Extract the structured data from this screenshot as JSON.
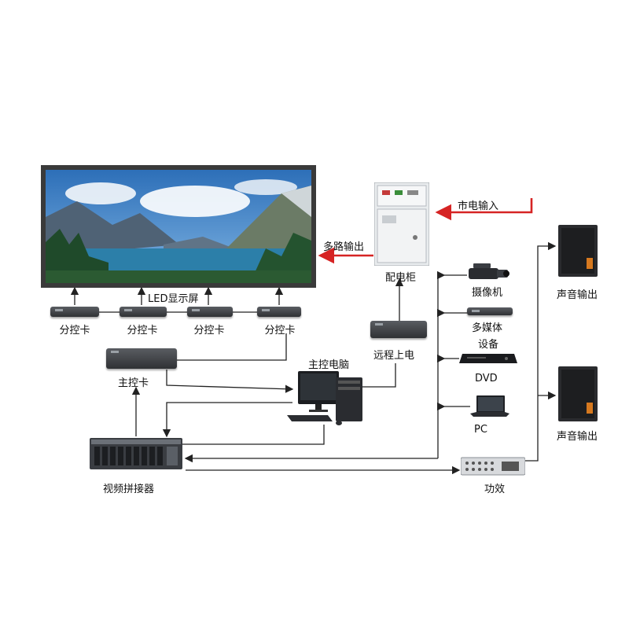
{
  "labels": {
    "led_screen": "LED显示屏",
    "sub_card": "分控卡",
    "main_card": "主控卡",
    "video_splicer": "视频拼接器",
    "main_pc": "主控电脑",
    "remote_power": "远程上电",
    "distribution_cabinet": "配电柜",
    "mains_input": "市电输入",
    "multi_output": "多路输出",
    "camera": "摄像机",
    "multimedia_1": "多媒体",
    "multimedia_2": "设备",
    "dvd": "DVD",
    "pc": "PC",
    "amplifier": "功效",
    "sound_output": "声音输出"
  },
  "colors": {
    "line": "#222222",
    "red_arrow": "#d62424",
    "screen_frame": "#3a3a3a",
    "sky": "#3f86c9",
    "lake": "#2c7fa9"
  },
  "icons": {
    "screen": "landscape-screen",
    "cabinet": "electrical-cabinet-icon",
    "camera": "camcorder-icon",
    "dvd": "dvd-player-icon",
    "pc": "laptop-icon",
    "desktop": "desktop-computer-icon",
    "speaker": "speaker-icon",
    "amplifier": "amplifier-icon"
  }
}
